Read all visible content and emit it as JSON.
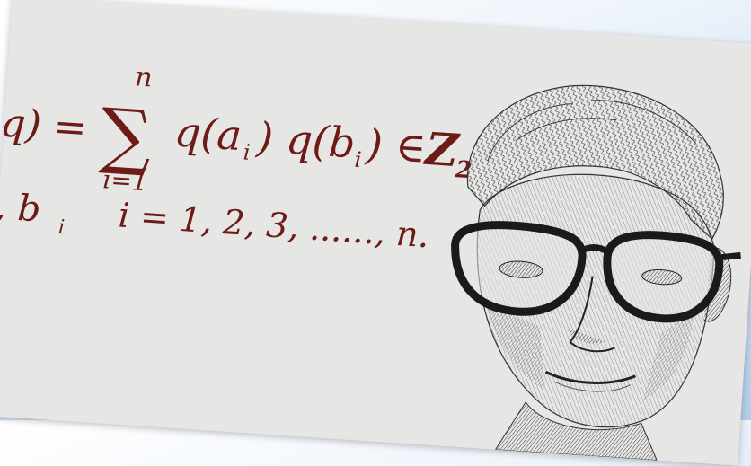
{
  "formula": {
    "line1": {
      "lhs": "q) =",
      "sum_upper": "n",
      "sum_lower": "i=1",
      "sigma": "∑",
      "body": "q(a",
      "sub_i1": "i",
      "mid": ") q(b",
      "sub_i2": "i",
      "tail": ") ∈",
      "z": "Z",
      "z_sub": "2"
    },
    "line2": {
      "lead": ", b",
      "lead_sub": "i",
      "range": "i = 1, 2, 3, ......, n."
    }
  },
  "colors": {
    "ink": "#6e1a16",
    "paper": "#e6e6e4",
    "backdrop": "#c9dcf1"
  },
  "portrait": {
    "icon": "man-with-glasses-engraving-icon"
  }
}
